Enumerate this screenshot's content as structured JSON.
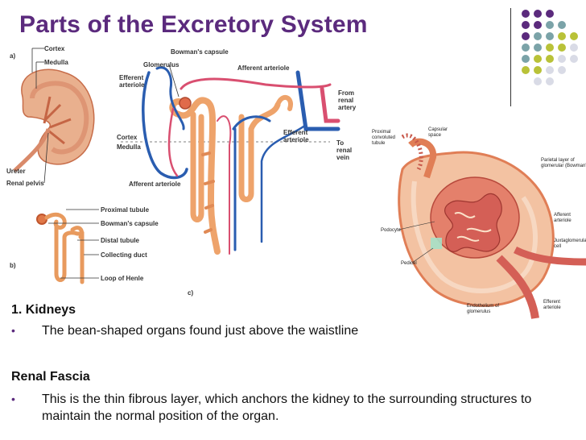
{
  "slide": {
    "title": "Parts of the Excretory System"
  },
  "decor": {
    "dot_colors": [
      "#5b2a7d",
      "#7ba3a8",
      "#b9c238",
      "#d9dbe6"
    ]
  },
  "figure": {
    "panel_a": "a)",
    "panel_b": "b)",
    "panel_c": "c)",
    "kidney_labels": {
      "cortex": "Cortex",
      "medulla": "Medulla",
      "ureter": "Ureter",
      "renal_pelvis": "Renal pelvis"
    },
    "nephron_labels": {
      "proximal_tubule": "Proximal tubule",
      "bowmans_capsule": "Bowman's capsule",
      "distal_tubule": "Distal tubule",
      "collecting_duct": "Collecting duct",
      "loop_of_henle": "Loop of Henle"
    },
    "c_labels": {
      "bowmans_capsule": "Bowman's capsule",
      "glomerulus": "Glomerulus",
      "efferent_arteriole": "Efferent arteriole",
      "afferent_arteriole_top": "Afferent arteriole",
      "from_renal_artery": "From renal artery",
      "efferent_arteriole_2": "Efferent arteriole",
      "cortex": "Cortex",
      "medulla": "Medulla",
      "to_renal_vein": "To renal vein",
      "afferent_arteriole_bottom": "Afferent arteriole"
    },
    "glom_labels": {
      "proximal_convoluted_tubule": "Proximal convoluted tubule",
      "capsular_space": "Capsular space",
      "parietal_layer": "Parietal layer of glomerular (Bowman's) capsule",
      "podocyte": "Podocyte",
      "afferent_arteriole": "Afferent arteriole",
      "juxtaglomerular_cell": "Juxtaglomerular cell",
      "pedicel": "Pedicel",
      "endothelium": "Endothelium of glomerulus",
      "efferent_arteriole": "Efferent arteriole"
    }
  },
  "content": {
    "heading1": "1. Kidneys",
    "bullet1": "The bean-shaped organs found just above the waistline",
    "heading2": "Renal Fascia",
    "bullet2": "This is the thin fibrous layer, which anchors the kidney to the surrounding structures to maintain the normal position of the organ.",
    "bullet_symbol": "•"
  }
}
